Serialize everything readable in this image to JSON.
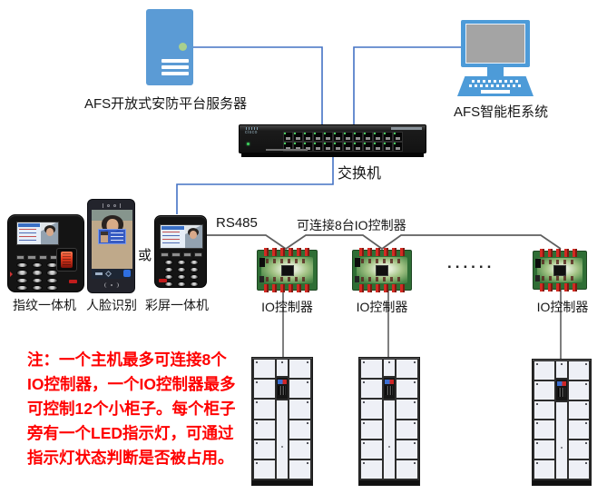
{
  "diagram": {
    "server": {
      "label": "AFS开放式安防平台服务器"
    },
    "workstation": {
      "label": "AFS智能柜系统"
    },
    "switch": {
      "label": "交换机",
      "brand": "cisco"
    },
    "devices": [
      {
        "label": "指纹一体机"
      },
      {
        "label": "人脸识别"
      },
      {
        "label": "彩屏一体机"
      }
    ],
    "or_text": "或",
    "rs485_label": "RS485",
    "bus_label": "可连接8台IO控制器",
    "io_controllers": [
      {
        "label": "IO控制器"
      },
      {
        "label": "IO控制器"
      },
      {
        "label": "IO控制器"
      }
    ],
    "ellipsis": "......",
    "note": {
      "lines": [
        "注：一个主机最多可连接8个",
        "IO控制器，一个IO控制器最多",
        "可控制12个小柜子。每个柜子",
        "旁有一个LED指示灯，可通过",
        "指示灯状态判断是否被占用。"
      ]
    },
    "colors": {
      "server_blue": "#5B9BD5",
      "monitor_blue": "#4D9BD8",
      "line_blue": "#4472C4",
      "line_gray": "#5f5f5f",
      "note_red": "#FF0000",
      "pcb_green": "#2f6e35",
      "led_green": "#A8D08D"
    }
  }
}
